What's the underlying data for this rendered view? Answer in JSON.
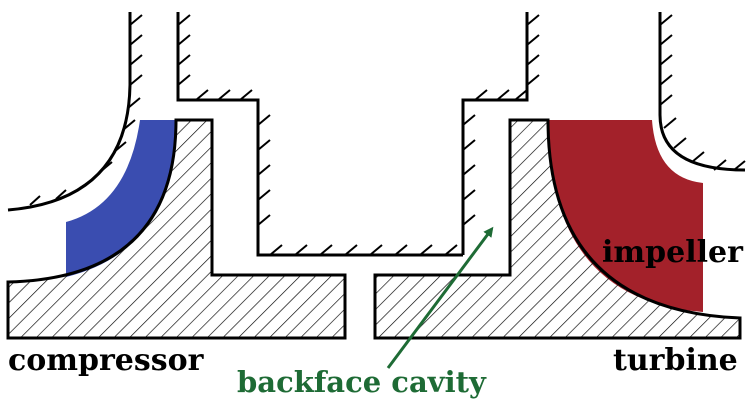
{
  "labels": {
    "compressor": "compressor",
    "turbine": "turbine",
    "impeller": "impeller",
    "backface_cavity": "backface cavity"
  },
  "colors": {
    "compressor_fluid": "#3a4db0",
    "turbine_fluid": "#a3212a",
    "annotation": "#1e6b35",
    "outline": "#000000"
  }
}
